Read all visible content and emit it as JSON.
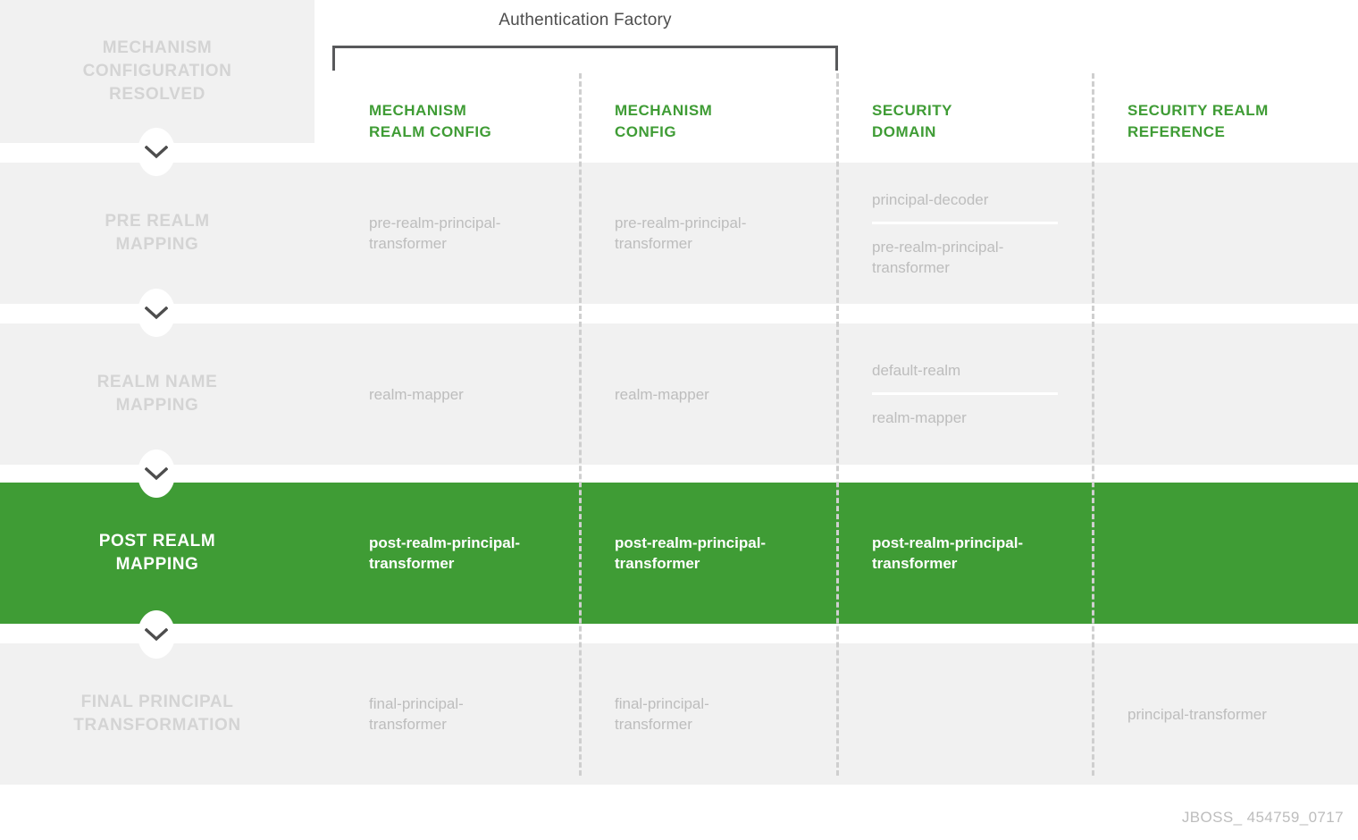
{
  "header": {
    "stage_block_label": "MECHANISM\nCONFIGURATION\nRESOLVED",
    "bracket_label": "Authentication Factory",
    "columns": [
      {
        "label": "MECHANISM\nREALM CONFIG"
      },
      {
        "label": "MECHANISM\nCONFIG"
      },
      {
        "label": "SECURITY\nDOMAIN"
      },
      {
        "label": "SECURITY REALM\nREFERENCE"
      }
    ]
  },
  "rows": [
    {
      "label": "PRE REALM\nMAPPING",
      "highlight": false,
      "cells": [
        {
          "values": [
            "pre-realm-principal-\ntransformer"
          ]
        },
        {
          "values": [
            "pre-realm-principal-\ntransformer"
          ]
        },
        {
          "values": [
            "principal-decoder",
            "pre-realm-principal-\ntransformer"
          ]
        },
        {
          "values": []
        }
      ]
    },
    {
      "label": "REALM NAME\nMAPPING",
      "highlight": false,
      "cells": [
        {
          "values": [
            "realm-mapper"
          ]
        },
        {
          "values": [
            "realm-mapper"
          ]
        },
        {
          "values": [
            "default-realm",
            "realm-mapper"
          ]
        },
        {
          "values": []
        }
      ]
    },
    {
      "label": "POST REALM\nMAPPING",
      "highlight": true,
      "cells": [
        {
          "values": [
            "post-realm-principal-\ntransformer"
          ]
        },
        {
          "values": [
            "post-realm-principal-\ntransformer"
          ]
        },
        {
          "values": [
            "post-realm-principal-\ntransformer"
          ]
        },
        {
          "values": []
        }
      ]
    },
    {
      "label": "FINAL PRINCIPAL\nTRANSFORMATION",
      "highlight": false,
      "cells": [
        {
          "values": [
            "final-principal-\ntransformer"
          ]
        },
        {
          "values": [
            "final-principal-\ntransformer"
          ]
        },
        {
          "values": []
        },
        {
          "values": [
            "principal-transformer"
          ]
        }
      ]
    }
  ],
  "flow_icons": [
    {
      "name": "chevron-down-icon"
    },
    {
      "name": "chevron-down-icon"
    },
    {
      "name": "chevron-down-icon"
    },
    {
      "name": "chevron-down-icon"
    }
  ],
  "footer": {
    "code": "JBOSS_ 454759_0717"
  },
  "colors": {
    "accent_green": "#3f9c35",
    "band_grey": "#f1f1f1",
    "muted_text": "#bdbdbd",
    "label_text": "#d4d4d4",
    "bracket": "#58595b"
  }
}
